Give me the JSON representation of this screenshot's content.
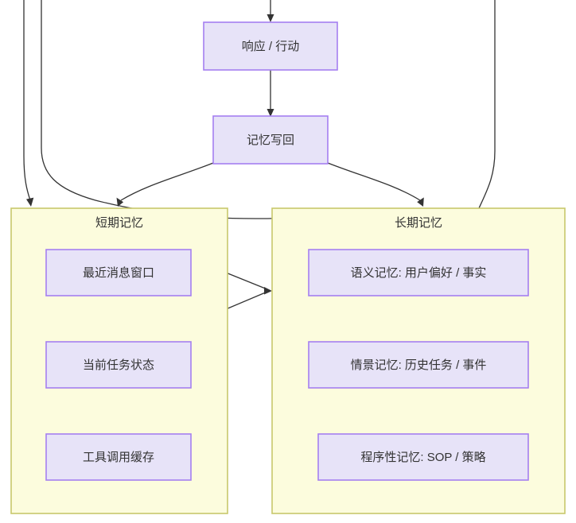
{
  "diagram": {
    "type": "flowchart",
    "title": "",
    "background_color": "#ffffff",
    "node_fill": "#e7e3f8",
    "node_stroke": "#a57ff0",
    "cluster_fill": "#fcfcdd",
    "cluster_stroke": "#c8c86c",
    "edge_color": "#333333"
  },
  "nodes": {
    "response_action": {
      "label": "响应 / 行动"
    },
    "memory_writeback": {
      "label": "记忆写回"
    }
  },
  "clusters": [
    {
      "id": "short_term_memory",
      "label": "短期记忆",
      "items": [
        {
          "id": "recent_message_window",
          "label": "最近消息窗口"
        },
        {
          "id": "current_task_state",
          "label": "当前任务状态"
        },
        {
          "id": "tool_call_cache",
          "label": "工具调用缓存"
        }
      ]
    },
    {
      "id": "long_term_memory",
      "label": "长期记忆",
      "items": [
        {
          "id": "semantic_memory",
          "label": "语义记忆: 用户偏好 / 事实"
        },
        {
          "id": "episodic_memory",
          "label": "情景记忆: 历史任务 / 事件"
        },
        {
          "id": "procedural_memory",
          "label": "程序性记忆: SOP / 策略"
        }
      ]
    }
  ],
  "edges": [
    {
      "id": "edge-top-to-response",
      "from": "",
      "to": "response_action"
    },
    {
      "id": "edge-response-to-writeback",
      "from": "response_action",
      "to": "memory_writeback"
    },
    {
      "id": "edge-writeback-to-short-term",
      "from": "memory_writeback",
      "to": "short_term_memory"
    },
    {
      "id": "edge-writeback-to-long-term",
      "from": "memory_writeback",
      "to": "long_term_memory"
    },
    {
      "id": "edge-offscreen-left-to-short-term",
      "from": "",
      "to": "short_term_memory"
    },
    {
      "id": "edge-offscreen-left-to-long-term",
      "from": "",
      "to": "long_term_memory"
    },
    {
      "id": "edge-offscreen-right-to-long-term",
      "from": "",
      "to": "long_term_memory"
    },
    {
      "id": "edge-short-term-upper-to-long-term",
      "from": "recent_message_window",
      "to": "long_term_memory"
    },
    {
      "id": "edge-short-term-lower-to-long-term",
      "from": "short_term_memory",
      "to": "long_term_memory"
    }
  ]
}
